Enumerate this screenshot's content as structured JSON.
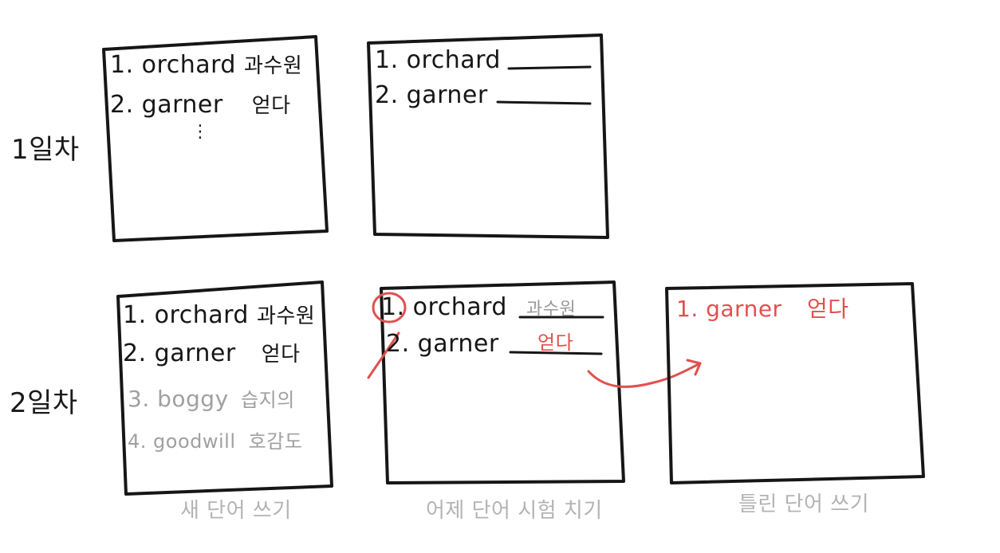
{
  "day1": {
    "label": "1일차",
    "new_words": {
      "items": [
        {
          "num": "1.",
          "word": "orchard",
          "meaning": "과수원"
        },
        {
          "num": "2.",
          "word": "garner",
          "meaning": "얻다"
        }
      ],
      "more": "⋮"
    },
    "review_test": {
      "items": [
        {
          "num": "1.",
          "word": "orchard"
        },
        {
          "num": "2.",
          "word": "garner"
        }
      ]
    }
  },
  "day2": {
    "label": "2일차",
    "new_words": {
      "items": [
        {
          "num": "1.",
          "word": "orchard",
          "meaning": "과수원"
        },
        {
          "num": "2.",
          "word": "garner",
          "meaning": "얻다"
        }
      ],
      "new_items": [
        {
          "num": "3.",
          "word": "boggy",
          "meaning": "습지의"
        },
        {
          "num": "4.",
          "word": "goodwill",
          "meaning": "호감도"
        }
      ]
    },
    "review_test": {
      "items": [
        {
          "num": "1.",
          "word": "orchard",
          "answer": "과수원"
        },
        {
          "num": "2.",
          "word": "garner",
          "answer": "얻다"
        }
      ]
    },
    "wrong_words": {
      "items": [
        {
          "num": "1.",
          "word": "garner",
          "meaning": "얻다"
        }
      ]
    }
  },
  "captions": {
    "new_words": "새 단어 쓰기",
    "review_test": "어제 단어 시험 치기",
    "wrong_words": "틀린 단어 쓰기"
  },
  "colors": {
    "ink": "#161616",
    "gray": "#a0a0a0",
    "red": "#e0504f"
  }
}
